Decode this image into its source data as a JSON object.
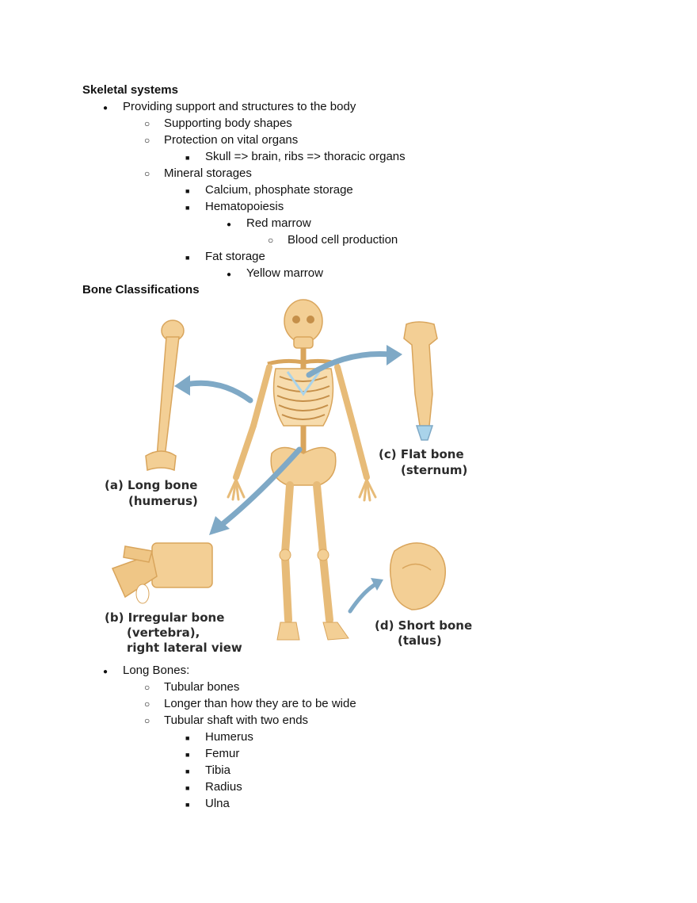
{
  "section1": {
    "heading": "Skeletal systems",
    "l1": "Providing support and structures to the body",
    "l2a": "Supporting body shapes",
    "l2b": "Protection on vital organs",
    "l3a": "Skull => brain, ribs => thoracic organs",
    "l2c": "Mineral storages",
    "l3b": "Calcium, phosphate storage",
    "l3c": "Hematopoiesis",
    "l4a": "Red marrow",
    "l5a": "Blood cell production",
    "l3d": "Fat storage",
    "l4b": "Yellow marrow"
  },
  "section2": {
    "heading": "Bone Classifications"
  },
  "figure": {
    "a1": "(a) Long bone",
    "a2": "(humerus)",
    "b1": "(b) Irregular bone",
    "b2": "(vertebra),",
    "b3": "right lateral view",
    "c1": "(c) Flat bone",
    "c2": "(sternum)",
    "d1": "(d) Short bone",
    "d2": "(talus)",
    "colors": {
      "bone": "#f3cf95",
      "bone_shade": "#d9a55c",
      "arrow": "#7fa9c6",
      "cartilage": "#a9d3ea"
    }
  },
  "section3": {
    "l1": "Long Bones:",
    "l2a": "Tubular bones",
    "l2b": "Longer than how they are to be wide",
    "l2c": "Tubular shaft with two ends",
    "l3a": "Humerus",
    "l3b": "Femur",
    "l3c": "Tibia",
    "l3d": "Radius",
    "l3e": "Ulna"
  }
}
